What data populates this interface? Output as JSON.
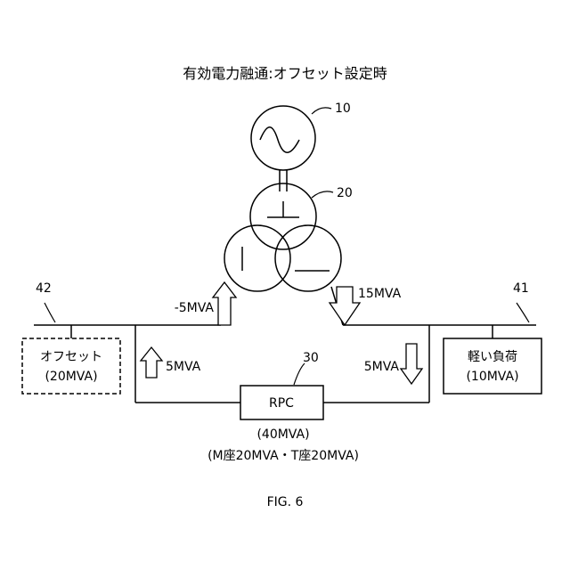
{
  "title": "有効電力融通:オフセット設定時",
  "figure_caption": "FIG. 6",
  "refs": {
    "generator": "10",
    "transformer": "20",
    "rpc": "30",
    "light_load": "41",
    "offset": "42"
  },
  "flows": {
    "left_feeder": "-5MVA",
    "right_feeder": "15MVA",
    "rpc_left": "5MVA",
    "rpc_right": "5MVA"
  },
  "rpc": {
    "label": "RPC",
    "capacity": "(40MVA)",
    "breakdown": "(M座20MVA・T座20MVA)"
  },
  "offset_box": {
    "line1": "オフセット",
    "line2": "(20MVA)"
  },
  "load_box": {
    "line1": "軽い負荷",
    "line2": "(10MVA)"
  }
}
